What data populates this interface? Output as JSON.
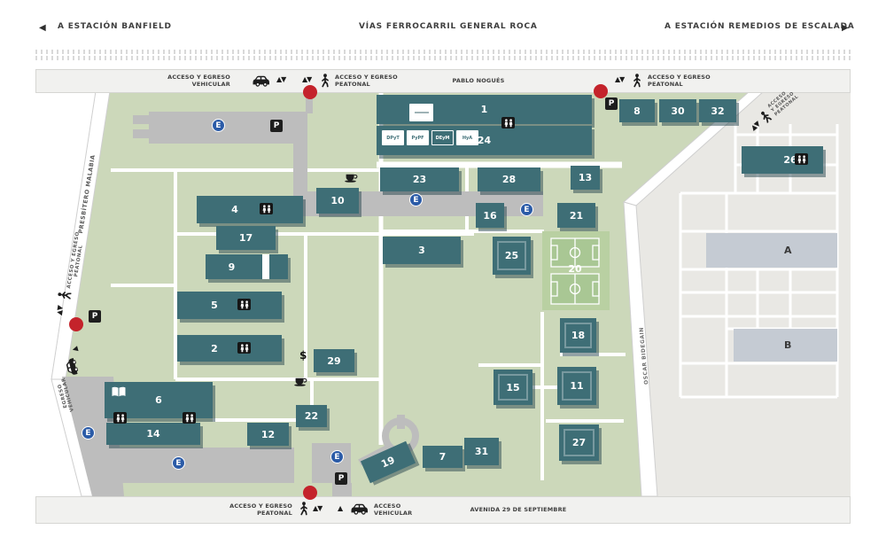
{
  "header": {
    "left": "A ESTACIÓN BANFIELD",
    "center": "VÍAS FERROCARRIL GENERAL ROCA",
    "right": "A ESTACIÓN REMEDIOS DE ESCALADA",
    "left_arrow": "◀",
    "right_arrow": "▶"
  },
  "top_street": {
    "vehicular_label": "ACCESO Y EGRESO\nVEHICULAR",
    "pedestrian_label": "ACCESO Y EGRESO\nPEATONAL",
    "pedestrian_label_right": "ACCESO Y EGRESO\nPEATONAL",
    "street_name": "PABLO NOGUÉS",
    "arrows": "▲▼"
  },
  "bottom_street": {
    "pedestrian_label": "ACCESO Y EGRESO\nPEATONAL",
    "vehicular_label": "ACCESO\nVEHICULAR",
    "street_name": "AVENIDA 29 DE SEPTIEMBRE",
    "arrows": "▲▼",
    "arrow_up": "▲"
  },
  "left_streets": {
    "name": "PRESBÍTERO MALABIA",
    "pedestrian_label": "ACCESO Y EGRESO\nPEATONAL",
    "egress_label": "EGRESO\nVEHICULAR",
    "arrows": "▲▼",
    "arrow_up": "▲"
  },
  "right_streets": {
    "name": "OSCAR BIDEGAIN",
    "pedestrian_label": "ACCESO\nY EGRESO\nPEATONAL",
    "arrows": "▲▼"
  },
  "zones": {
    "a": "A",
    "b": "B"
  },
  "badges_24": {
    "b1": "DPyT",
    "b2": "PyPF",
    "b3": "DEyM",
    "b4": "HyA"
  },
  "markers": {
    "e": "E",
    "p": "P",
    "dollar": "$"
  },
  "colors": {
    "building": "#3e6e76",
    "campus_green": "#ccd8ba",
    "road_gray": "#bdbdbd",
    "zone_gray": "#e9e8e4",
    "block_gray": "#c5cbd3",
    "red_dot": "#c4232b",
    "parking_blue": "#2b5ba7"
  },
  "buildings": {
    "n1": "1",
    "n2": "2",
    "n3": "3",
    "n4": "4",
    "n5": "5",
    "n6": "6",
    "n7": "7",
    "n8": "8",
    "n9": "9",
    "n10": "10",
    "n11": "11",
    "n12": "12",
    "n13": "13",
    "n14": "14",
    "n15": "15",
    "n16": "16",
    "n17": "17",
    "n18": "18",
    "n19": "19",
    "n20": "20",
    "n21": "21",
    "n22": "22",
    "n23": "23",
    "n24": "24",
    "n25": "25",
    "n26": "26",
    "n27": "27",
    "n28": "28",
    "n29": "29",
    "n30": "30",
    "n31": "31",
    "n32": "32"
  }
}
